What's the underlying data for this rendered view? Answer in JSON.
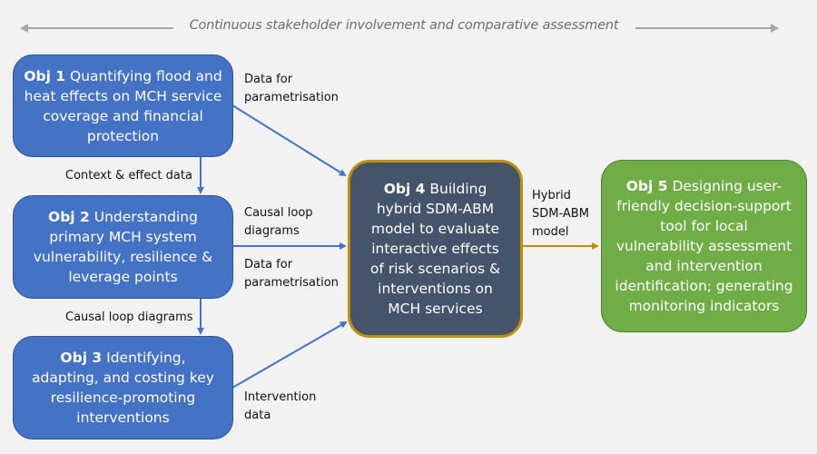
{
  "banner": {
    "label": "Continuous stakeholder involvement and comparative assessment"
  },
  "objectives": [
    {
      "id": "Obj 1",
      "text": "Quantifying flood and heat effects on MCH service coverage and financial protection"
    },
    {
      "id": "Obj 2",
      "text": "Understanding primary MCH system vulnerability, resilience & leverage points"
    },
    {
      "id": "Obj 3",
      "text": "Identifying, adapting, and costing key resilience-promoting interventions"
    },
    {
      "id": "Obj 4",
      "text": "Building hybrid SDM-ABM model to evaluate interactive effects of risk scenarios & interventions on MCH services"
    },
    {
      "id": "Obj 5",
      "text": "Designing user-friendly decision-support tool for local vulnerability assessment and intervention identification; generating monitoring indicators"
    }
  ],
  "edges": {
    "obj1_to_obj4": "Data for parametrisation",
    "obj1_to_obj2": "Context & effect data",
    "obj2_to_obj4_a": "Causal loop diagrams",
    "obj2_to_obj4_b": "Data for parametrisation",
    "obj2_to_obj3": "Causal loop diagrams",
    "obj3_to_obj4": "Intervention data",
    "obj4_to_obj5": "Hybrid SDM-ABM model"
  },
  "colors": {
    "blue_box": "#4472c4",
    "model_box": "#44546a",
    "model_border": "#bf9000",
    "tool_box": "#70ad47",
    "connector_blue": "#4472c4",
    "connector_gold": "#bf9000",
    "banner_arrow": "#a6a6a6"
  }
}
